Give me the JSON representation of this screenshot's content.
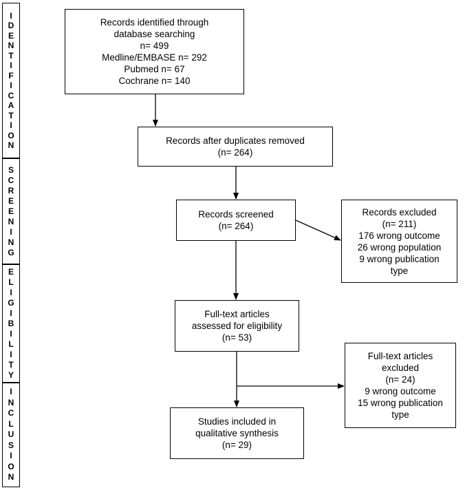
{
  "phases": {
    "identification": "IDENTIFICATION",
    "screening": "SCREENING",
    "eligibility": "ELIGIBILITY",
    "inclusion": "INCLUSION"
  },
  "boxes": {
    "identified": {
      "line1": "Records identified through",
      "line2": "database searching",
      "line3": "n= 499",
      "line4": "Medline/EMBASE n= 292",
      "line5": "Pubmed n= 67",
      "line6": "Cochrane n= 140"
    },
    "duplicates_removed": {
      "line1": "Records after duplicates removed",
      "line2": "(n= 264)"
    },
    "screened": {
      "line1": "Records screened",
      "line2": "(n= 264)"
    },
    "excluded": {
      "line1": "Records excluded",
      "line2": "(n= 211)",
      "line3": "176 wrong outcome",
      "line4": "26 wrong population",
      "line5": "9 wrong publication",
      "line6": "type"
    },
    "fulltext_assessed": {
      "line1": "Full-text articles",
      "line2": "assessed for eligibility",
      "line3": "(n= 53)"
    },
    "fulltext_excluded": {
      "line1": "Full-text articles",
      "line2": "excluded",
      "line3": "(n= 24)",
      "line4": "9 wrong outcome",
      "line5": "15 wrong publication",
      "line6": "type"
    },
    "included": {
      "line1": "Studies included in",
      "line2": "qualitative synthesis",
      "line3": "(n= 29)"
    }
  }
}
